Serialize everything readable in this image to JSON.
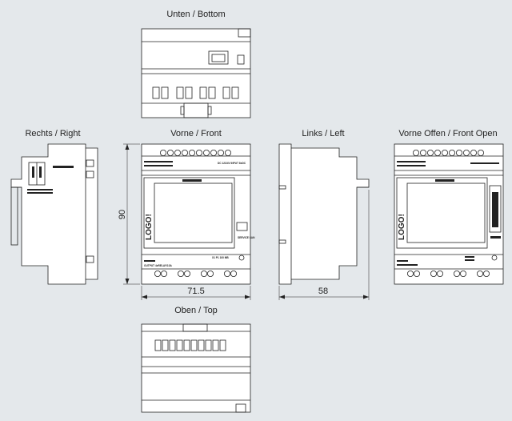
{
  "views": {
    "bottom": "Unten / Bottom",
    "right": "Rechts / Right",
    "front": "Vorne / Front",
    "left": "Links / Left",
    "front_open": "Vorne Offen / Front Open",
    "top": "Oben / Top"
  },
  "dimensions": {
    "height": "90",
    "width": "71.5",
    "depth": "58"
  },
  "device": {
    "logo": "LOGO!",
    "input_label": "DC 12/24V INPUT 8xDC",
    "output_label": "OUTPUT 4xRELAY/10A",
    "ethernet_label": "X1 P1 100 MB",
    "service_label": "SERVICE LAN"
  }
}
